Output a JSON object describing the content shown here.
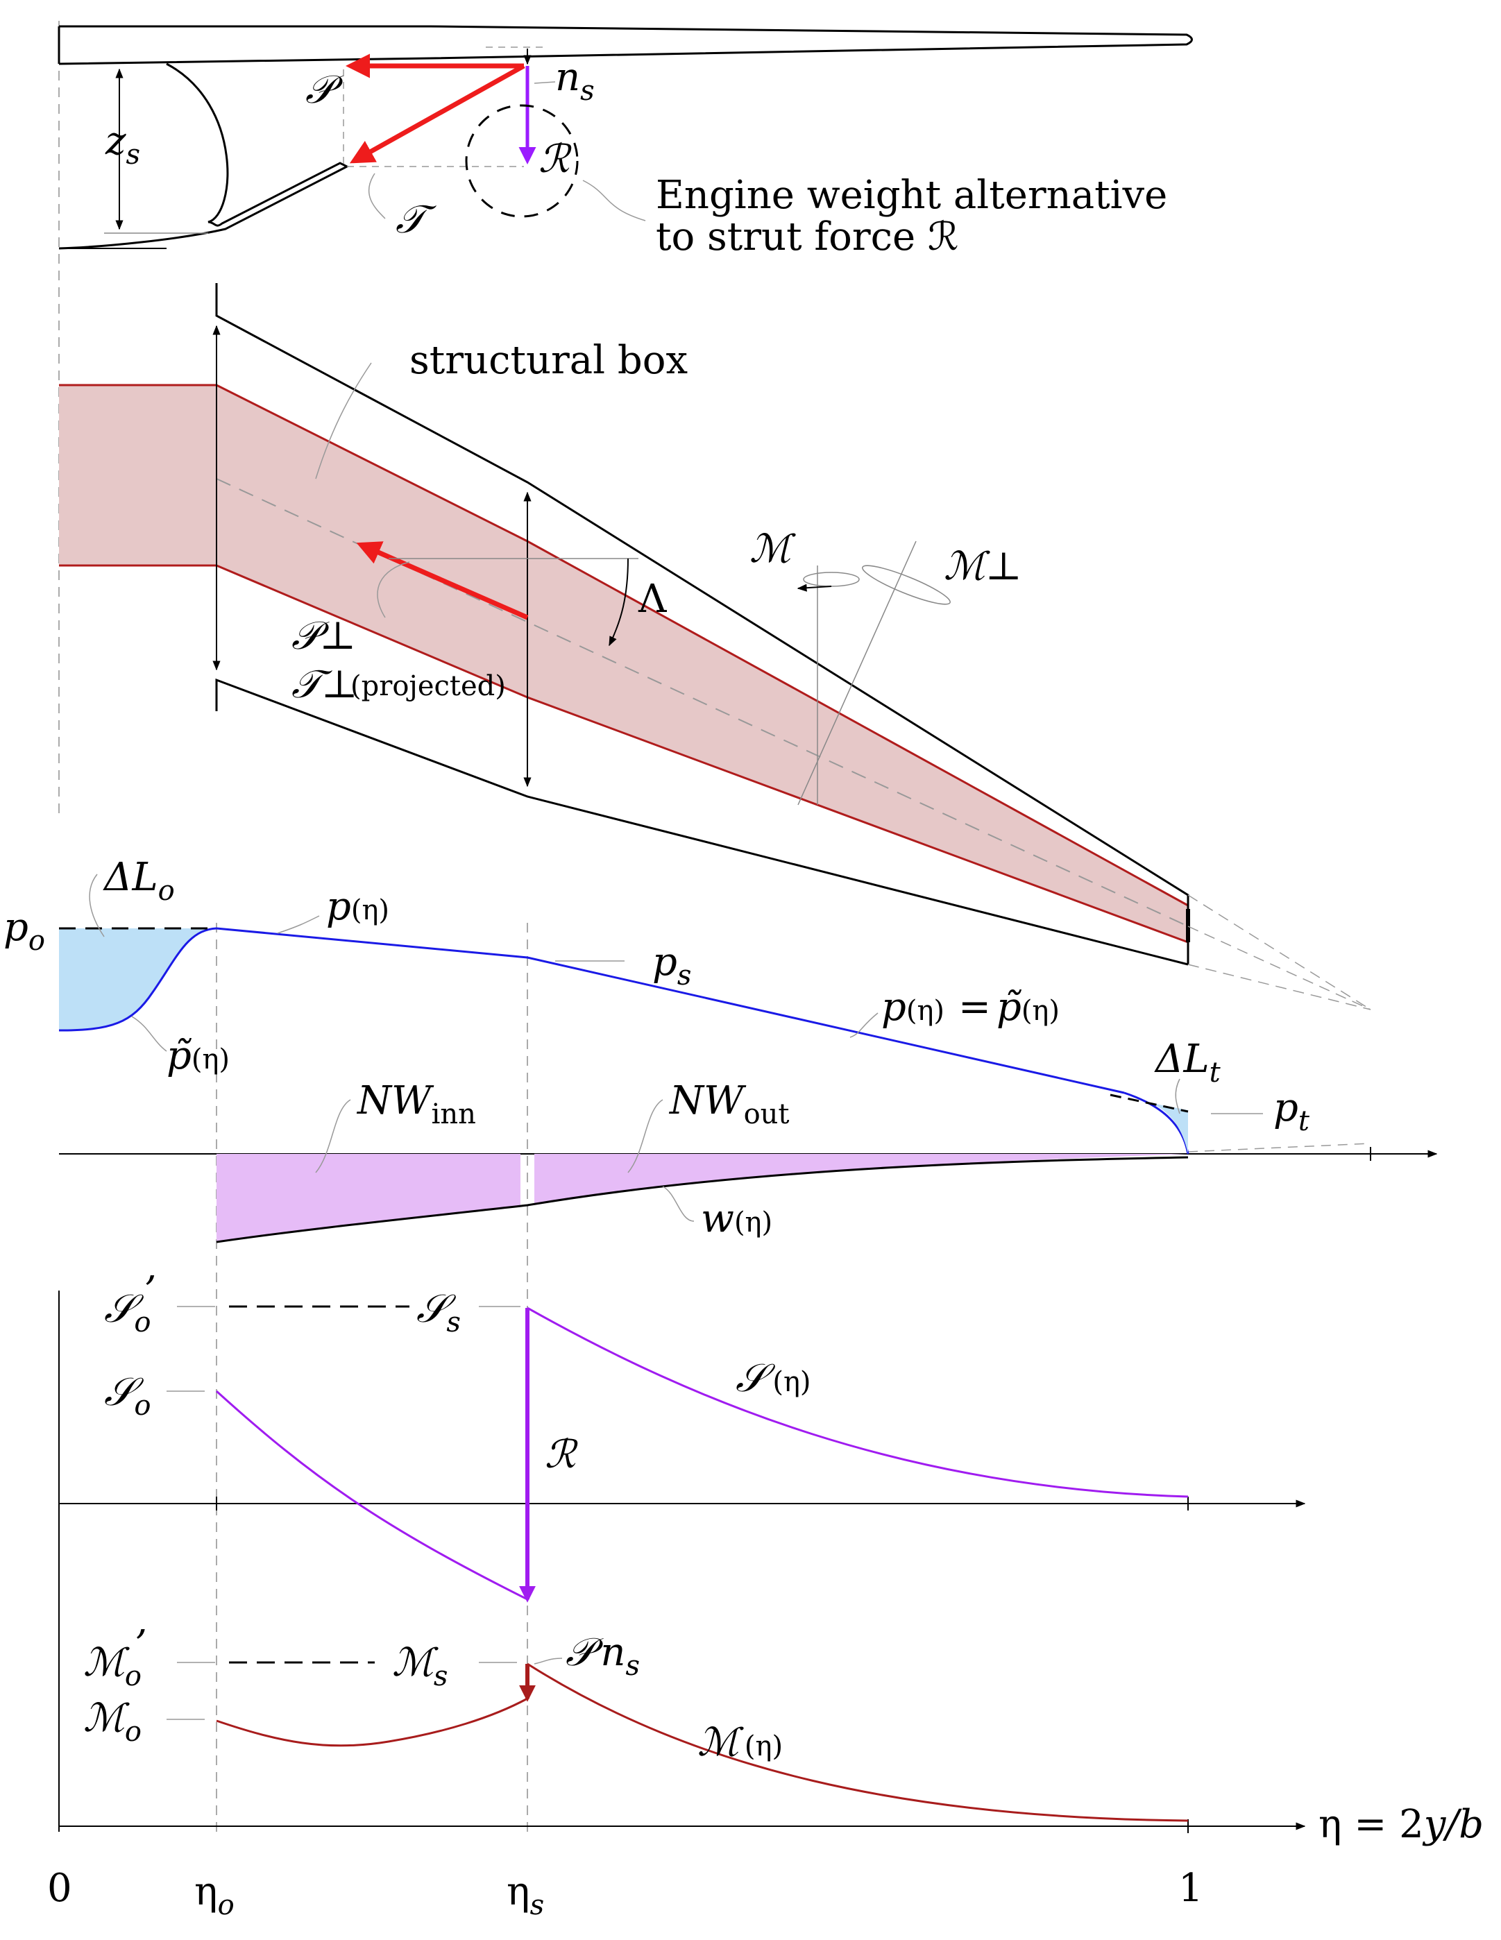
{
  "labels": {
    "P": "𝒫",
    "T": "𝒯",
    "R": "ℛ",
    "z": "z",
    "s_sub": "s",
    "n": "n",
    "engine_note_line1": "Engine weight alternative",
    "engine_note_line2": "to strut force ℛ",
    "structural_box": "structural box",
    "M": "ℳ",
    "M_perp": "ℳ⊥",
    "Lambda": "Λ",
    "P_perp": "𝒫⊥",
    "T_perp": "𝒯⊥",
    "projected": "(projected)",
    "delta_L_o": "ΔL",
    "o_sub": "o",
    "p": "p",
    "eta_paren": "(η)",
    "p_o": "p",
    "p_s": "p",
    "p_eq": "p",
    "eq_sign": "=",
    "p_tilde": "p̃",
    "p_tilde_left": "p̃",
    "delta_L_t": "ΔL",
    "t_sub": "t",
    "p_t": "p",
    "NW_inn": "NW",
    "inn_sub": "inn",
    "NW_out": "NW",
    "out_sub": "out",
    "w": "w",
    "S_o_prime": "𝒮",
    "prime": "’",
    "S_s": "𝒮",
    "S_o": "𝒮",
    "S": "𝒮",
    "R_shear": "ℛ",
    "M_o_prime": "ℳ",
    "M_s": "ℳ",
    "P_ns": "𝒫",
    "ns_n": "n",
    "M_o": "ℳ",
    "M_eta": "ℳ",
    "axis_eta": "η = 2",
    "axis_y": "y/b",
    "tick_0": "0",
    "tick_eta_o": "η",
    "tick_eta_s": "η",
    "tick_1": "1"
  },
  "colors": {
    "force_red": "#ee1c1c",
    "reaction_purple": "#9b1cff",
    "box_outline": "#b01c1c",
    "box_fill": "#e6c8c8",
    "lift_blue": "#1a1ae6",
    "lift_fill": "#bde0f7",
    "weight_fill": "#e6bcf7",
    "shear_purple": "#a01cf0",
    "moment_red": "#a81c1c"
  }
}
